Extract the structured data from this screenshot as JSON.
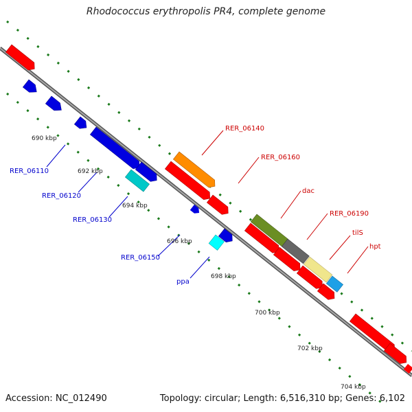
{
  "title": "Rhodococcus erythropolis PR4, complete genome",
  "footer": {
    "accession": "Accession: NC_012490",
    "summary": "Topology: circular; Length: 6,516,310 bp; Genes: 6,102"
  },
  "kbp_labels": [
    "690 kbp",
    "692 kbp",
    "694 kbp",
    "696 kbp",
    "698 kbp",
    "700 kbp",
    "702 kbp",
    "704 kbp"
  ],
  "gene_labels": {
    "plus_strand": [
      "RER_06140",
      "RER_06160",
      "dac",
      "RER_06190",
      "tilS",
      "hpt"
    ],
    "minus_strand": [
      "RER_06110",
      "RER_06120",
      "RER_06130",
      "RER_06150",
      "ppa"
    ]
  },
  "colors": {
    "backbone": "#888888",
    "plus_strand_cds": "#ff0000",
    "minus_strand_cds": "#0000ff",
    "plus_label": "#cc0000",
    "minus_label": "#0000cc",
    "tick": "#1a7a1a",
    "orange": "#ff8c00",
    "cyan": "#00cccc",
    "olive": "#6b8e23",
    "gray": "#666666",
    "khaki": "#f0e68c",
    "sky": "#1ea0e6"
  }
}
